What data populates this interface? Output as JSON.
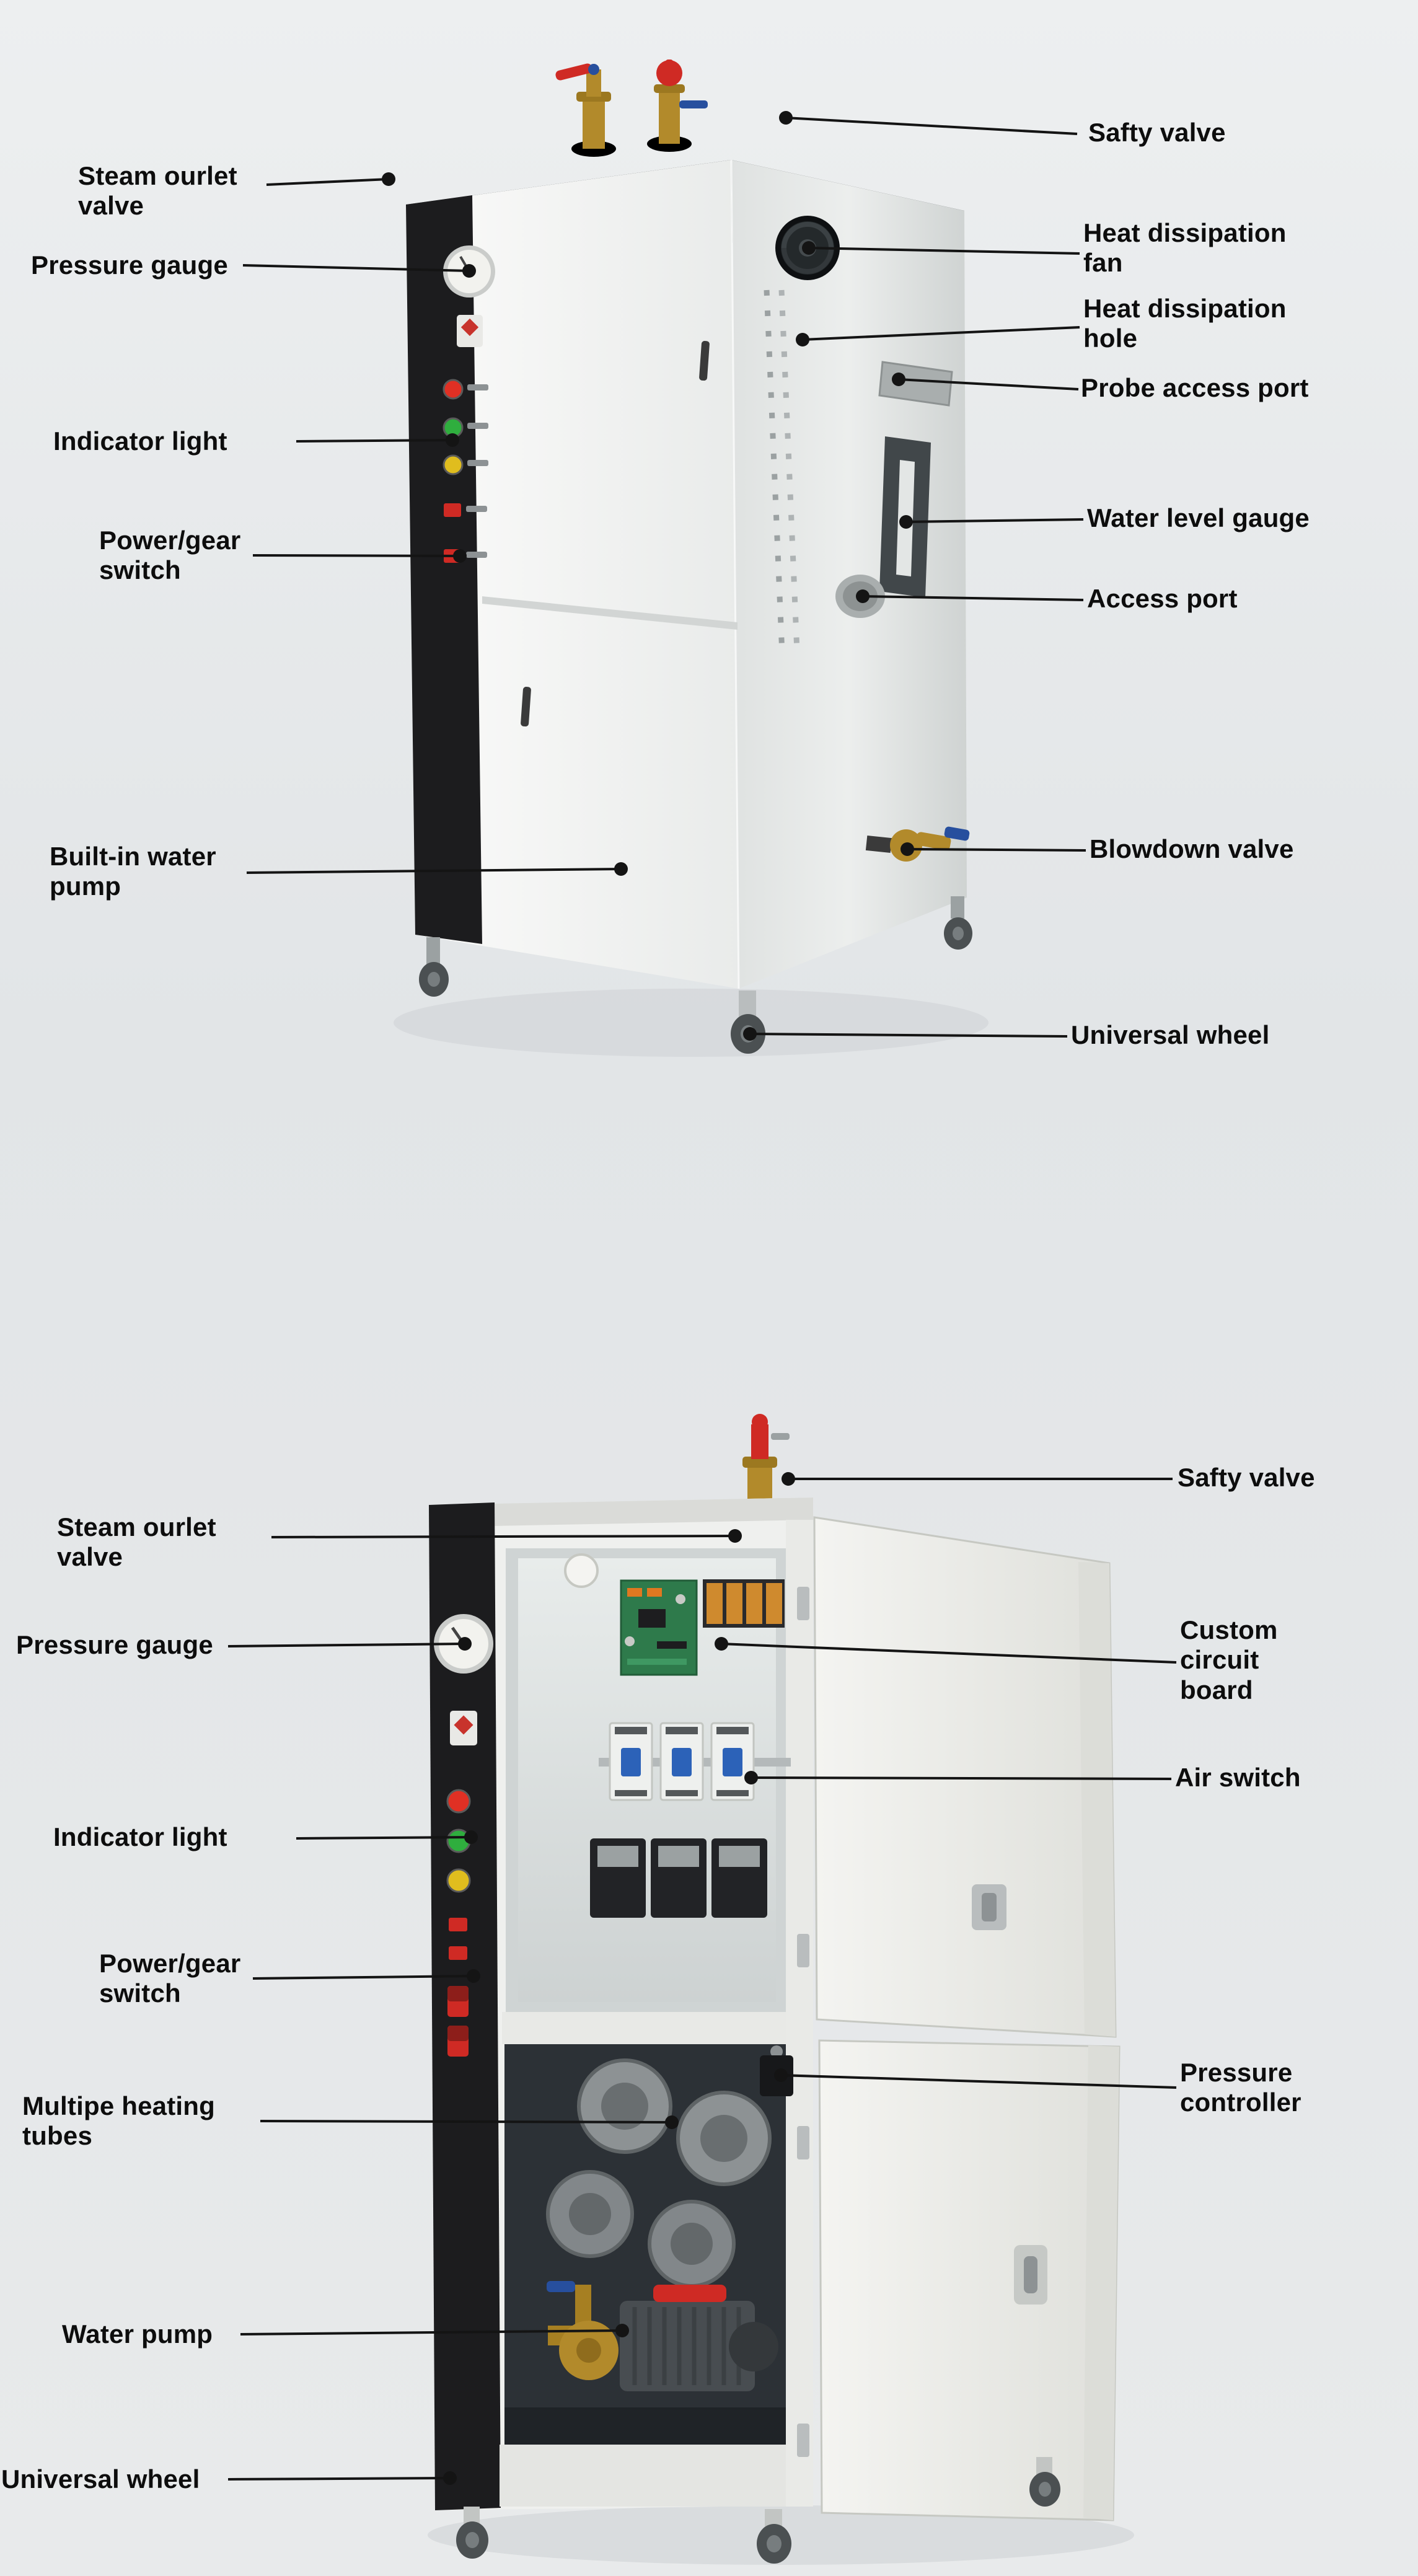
{
  "product": "steam generator annotated diagram",
  "colors": {
    "background": "#e5e8ea",
    "leader_line": "#141414",
    "cabinet_white": "#f2f3f1",
    "panel_black": "#1c1c1e",
    "brass": "#b28a2b",
    "valve_red": "#cf2a24",
    "handle_blue": "#274f9e",
    "light_red": "#e03024",
    "light_green": "#2fae3e",
    "light_yellow": "#e0bd1e"
  },
  "views": {
    "exterior": {
      "labels": {
        "safety_valve": "Safty valve",
        "steam_outlet_valve": "Steam ourlet\nvalve",
        "pressure_gauge": "Pressure gauge",
        "heat_dissipation_fan": "Heat dissipation\nfan",
        "heat_dissipation_hole": "Heat dissipation\nhole",
        "probe_access_port": "Probe access port",
        "indicator_light": "Indicator light",
        "water_level_gauge": "Water level gauge",
        "power_gear_switch": "Power/gear\nswitch",
        "access_port": "Access port",
        "built_in_water_pump": "Built-in water\npump",
        "blowdown_valve": "Blowdown valve",
        "universal_wheel": "Universal wheel"
      }
    },
    "interior": {
      "labels": {
        "safety_valve": "Safty valve",
        "steam_outlet_valve": "Steam ourlet\nvalve",
        "pressure_gauge": "Pressure gauge",
        "custom_circuit_board": "Custom\ncircuit\nboard",
        "air_switch": "Air switch",
        "indicator_light": "Indicator light",
        "power_gear_switch": "Power/gear\nswitch",
        "pressure_controller": "Pressure\ncontroller",
        "multiple_heating_tubes": "Multipe heating\ntubes",
        "water_pump": "Water pump",
        "universal_wheel": "Universal wheel"
      }
    }
  }
}
